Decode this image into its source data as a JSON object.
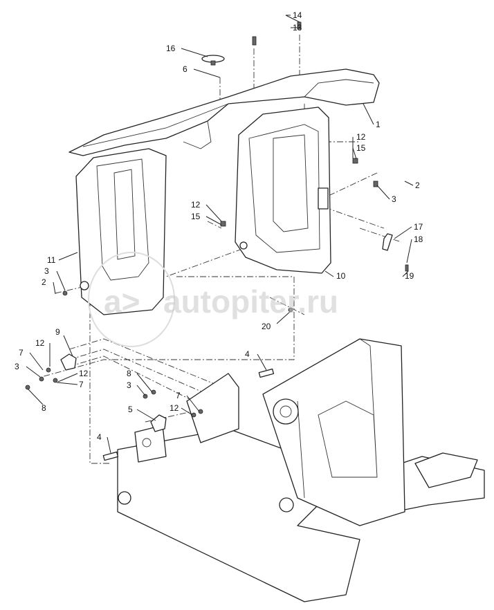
{
  "watermark": {
    "logo": "a>",
    "text": "autopiter.ru"
  },
  "callouts": [
    "14",
    "13",
    "16",
    "6",
    "1",
    "12",
    "15",
    "2",
    "3",
    "17",
    "18",
    "19",
    "10",
    "12",
    "15",
    "11",
    "3",
    "2",
    "20",
    "9",
    "12",
    "7",
    "3",
    "8",
    "12",
    "7",
    "4",
    "8",
    "3",
    "7",
    "12",
    "5",
    "4"
  ]
}
